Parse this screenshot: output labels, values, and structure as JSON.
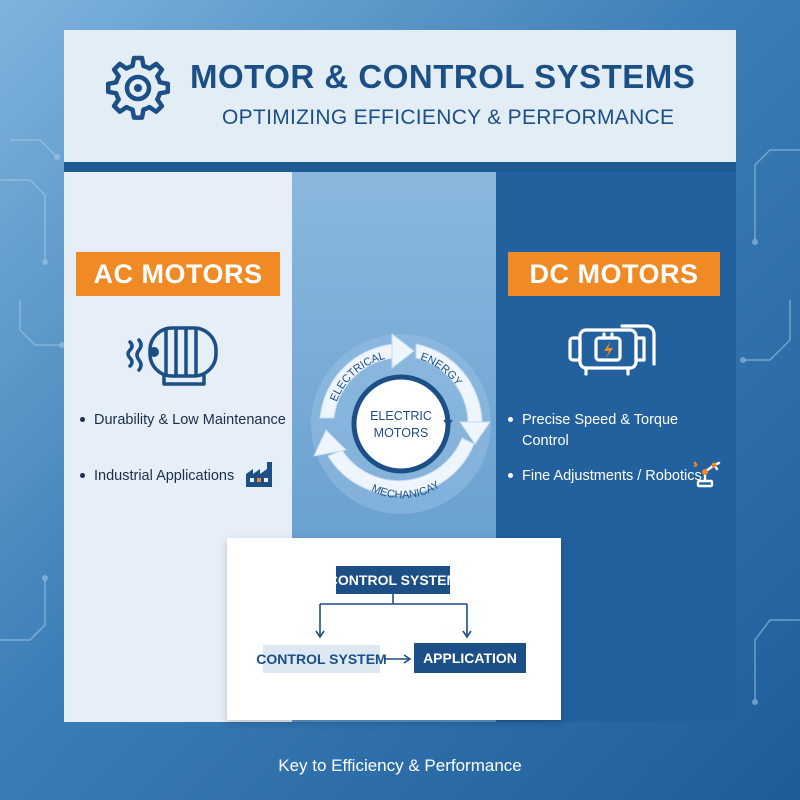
{
  "header": {
    "title": "MOTOR & CONTROL SYSTEMS",
    "subtitle": "OPTIMIZING EFFICIENCY & PERFORMANCE",
    "icon": "gear-icon"
  },
  "ac_motors": {
    "label": "AC MOTORS",
    "icon": "ac-motor-icon",
    "bullets": [
      {
        "text": "Durability & Low Maintenance"
      },
      {
        "text": "Industrial Applications",
        "icon": "factory-icon"
      }
    ]
  },
  "dc_motors": {
    "label": "DC MOTORS",
    "icon": "dc-motor-icon",
    "bullets": [
      {
        "line1": "Precise Speed & Torque",
        "line2": "Control"
      },
      {
        "text": "Fine Adjustments / Robotics",
        "icon": "robot-arm-icon"
      }
    ]
  },
  "cycle": {
    "center_line1": "ELECTRIC",
    "center_line2": "MOTORS",
    "label_electrical": "ELECTRICAL",
    "label_energy": "ENERGY",
    "label_mechanical": "MECHANICAY"
  },
  "control_diagram": {
    "top": "CONTROL SYSTEM",
    "left": "CONTROL SYSTEM",
    "right": "APPLICATION"
  },
  "footer": "Key to Efficiency & Performance",
  "colors": {
    "navy": "#1c4f86",
    "orange": "#ef8a24",
    "dark_panel": "#23619e",
    "light_panel": "#e6eef7"
  }
}
